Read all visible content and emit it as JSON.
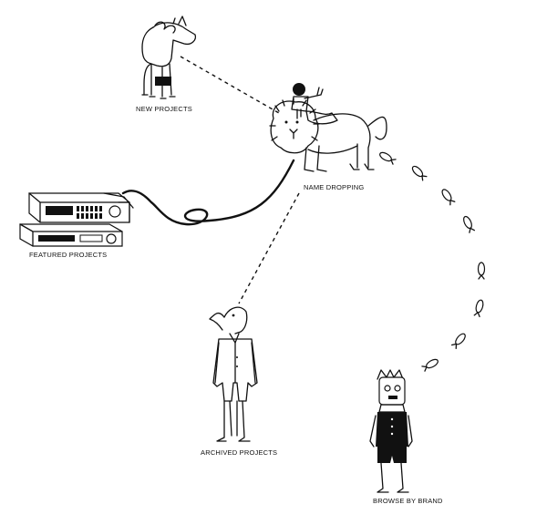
{
  "nav": {
    "new_projects": "NEW PROJECTS",
    "name_dropping": "NAME DROPPING",
    "featured_projects": "FEATURED PROJECTS",
    "archived_projects": "ARCHIVED PROJECTS",
    "browse_by_brand": "BROWSE BY BRAND"
  },
  "colors": {
    "ink": "#111111",
    "background": "#ffffff"
  }
}
